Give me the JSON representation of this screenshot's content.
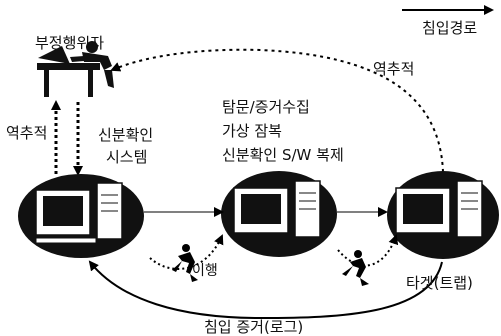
{
  "legend": {
    "label": "침입경로"
  },
  "labels": {
    "attacker": "부정행위자",
    "traceback_top": "역추적",
    "traceback_left": "역추적",
    "identity_system": [
      "신분확인",
      "시스템"
    ],
    "middle_activities": [
      "탐문/증거수집",
      "가상 잠복",
      "신분확인 S/W 복제"
    ],
    "move": "이행",
    "target": "타겟(트랩)",
    "evidence": "침입 증거(로그)"
  }
}
